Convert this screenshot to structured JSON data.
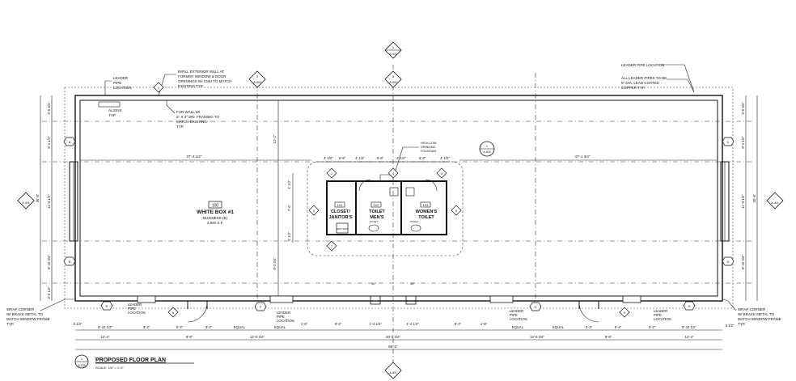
{
  "plan_title": {
    "number": "1",
    "sheet": "A-100",
    "title": "PROPOSED FLOOR PLAN",
    "scale": "SCALE: 1/4\" = 1'-0\""
  },
  "rooms": {
    "main": {
      "number": "100",
      "name": "WHITE BOX #1",
      "use": "BUSINESS (B)",
      "area": "2,840 S.F."
    },
    "closet": {
      "number": "101",
      "name_line1": "CLOSET/",
      "name_line2": "JANITOR'S"
    },
    "mens": {
      "number": "102",
      "name_line1": "TOILET",
      "name_line2": "MEN'S"
    },
    "womens": {
      "number": "103",
      "name_line1": "WOMEN'S",
      "name_line2": "TOILET"
    },
    "toilet_small": "TOILET",
    "mop": "MOP SINK"
  },
  "notes": {
    "leader_pipe_left": [
      "LEADER",
      "PIPE",
      "LOCATION"
    ],
    "infill": [
      "INFILL EXTERIOR WALL AT",
      "FORMER WINDOW & DOOR",
      "OPENINGS W/ CMU TO MATCH",
      "EXISTING TYP."
    ],
    "fur_wall": [
      "FUR WALL W/",
      "2\" X 4\" WD. FRAMING TO",
      "MATCH EXISTING",
      "TYP."
    ],
    "aligns": [
      "ALIGNS",
      "TYP."
    ],
    "leader_pipe_right": [
      "LEADER PIPE LOCATION"
    ],
    "all_leader": [
      "ALL LEADER PIPES TO BE",
      "5\" DIA. LEAD COATED",
      "COPPER TYP."
    ],
    "hi_low": [
      "HIGH-LOW",
      "DRINKING",
      "FOUNTAIN"
    ],
    "wrap_left": [
      "WRAP CORNER",
      "W/ BRAKE METAL TO",
      "MATCH WINDOW FRAME",
      "TYP."
    ],
    "wrap_right": [
      "WRAP CORNER",
      "W/ BRAKE METAL TO",
      "MATCH WINDOW FRAME",
      "TYP."
    ],
    "leader_b1": [
      "LEADER",
      "PIPE",
      "LOCATION"
    ],
    "leader_b2": [
      "LEADER",
      "PIPE",
      "LOCATION"
    ],
    "leader_b3": [
      "LEADER",
      "PIPE",
      "LOCATION"
    ],
    "leader_b4": [
      "LEADER",
      "PIPE",
      "LOCATION"
    ]
  },
  "section_markers": {
    "top_left": "A-401",
    "top_center": "A-401",
    "top_center_num": "1",
    "top_left_num": "2",
    "top_right": "A-401",
    "top_right_num": "3",
    "side_left": "A-401",
    "side_right": "A-401",
    "bottom": "A-401",
    "detail": "A-602",
    "detail_num": "1"
  },
  "dims": {
    "top_left": "37'-4 1/2\"",
    "top_right": "47'-1 3/4\"",
    "core": [
      "4' 1/2\"",
      "6'-8\"",
      "4' 1/2\"",
      "8'-6\"",
      "4' 1/2\"",
      "6'-2\"",
      "4' 1/2\""
    ],
    "core_vert": [
      "4' 1/2\"",
      "7'-6\"",
      "4' 1/2\""
    ],
    "center_vert": [
      "12'-2\"",
      "9'-3 3/4\""
    ],
    "left_vert": [
      "3'-6 3/4\"",
      "8'-1 1/2\"",
      "11'-5 1/2\"",
      "8'-10 3/4\"",
      "3'-3 1/2\""
    ],
    "left_total": "35'-8\"",
    "right_vert": [
      "3'-6 3/4\"",
      "8'-1 1/2\"",
      "11'-5 1/2\"",
      "8'-10 3/4\""
    ],
    "right_total": "35'-8\"",
    "bottom_row1": [
      "3 1/2\"",
      "8'-10 1/2\"",
      "3'-2\"",
      "6'-4\"",
      "3'-2\"",
      "EQUAL",
      "EQUAL",
      "1'-5\"",
      "9'-2\"",
      "1'-4 1/4\"",
      "1'-4 1/4\"",
      "9'-2\"",
      "1'-5\"",
      "EQUAL",
      "EQUAL",
      "3'-2\"",
      "6'-4\"",
      "3'-2\"",
      "8'-10 1/2\"",
      "3 1/2\""
    ],
    "bottom_row2": [
      "12'-4\"",
      "9'-8\"",
      "12'-0 3/4\"",
      "30'-2 3/4\"",
      "12'-0 3/4\"",
      "9'-8\"",
      "12'-4\""
    ],
    "bottom_total": "86'-2\"",
    "small": [
      "10\"",
      "10\""
    ]
  },
  "tags": {
    "number_tags": [
      "1",
      "2",
      "3",
      "4",
      "5",
      "6",
      "7",
      "8",
      "9"
    ],
    "letter_tags": [
      "A",
      "B",
      "C",
      "D",
      "E",
      "F",
      "G",
      "H"
    ]
  }
}
